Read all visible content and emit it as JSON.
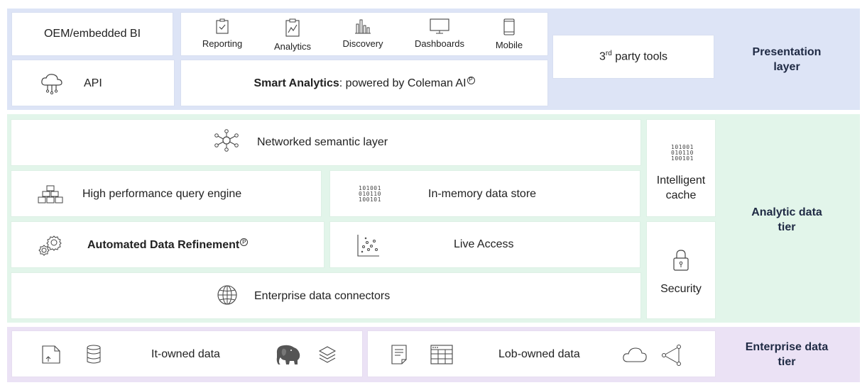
{
  "layers": {
    "presentation": "Presentation layer",
    "analytic": "Analytic data tier",
    "enterprise": "Enterprise data tier"
  },
  "presentation": {
    "oem": "OEM/embedded BI",
    "api": "API",
    "tools": [
      "Reporting",
      "Analytics",
      "Discovery",
      "Dashboards",
      "Mobile"
    ],
    "smart_bold": "Smart Analytics",
    "smart_rest": ": powered by Coleman AI",
    "third_party_prefix": "3",
    "third_party_sup": "rd",
    "third_party_rest": " party tools",
    "trademark": "P"
  },
  "analytic": {
    "semantic": "Networked semantic layer",
    "query": "High performance query engine",
    "inmemory": "In-memory data store",
    "refinement": "Automated Data Refinement",
    "live": "Live Access",
    "connectors": "Enterprise data connectors",
    "cache": "Intelligent cache",
    "security": "Security",
    "binary": [
      "101001",
      "010110",
      "100101"
    ]
  },
  "enterprise": {
    "it_owned": "It-owned data",
    "lob_owned": "Lob-owned data"
  },
  "colors": {
    "presentation_band": "#dde4f6",
    "analytic_band": "#e2f5ea",
    "enterprise_band": "#ebe2f5"
  }
}
